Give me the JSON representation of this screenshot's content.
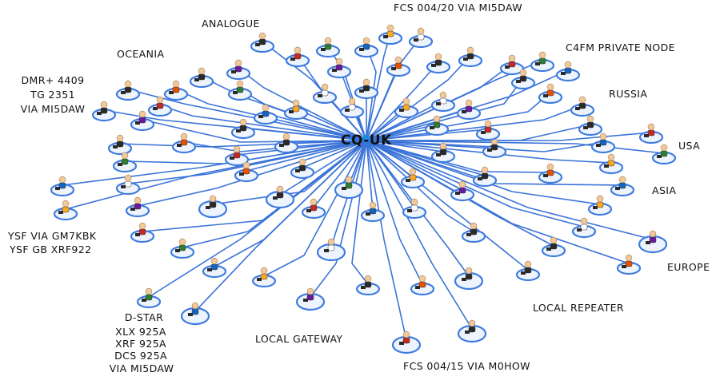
{
  "center_label": "CQ-UK",
  "labels": {
    "analogue": "ANALOGUE",
    "fcs_top": "FCS 004/20 VIA MI5DAW",
    "c4fm": "C4FM PRIVATE NODE",
    "oceania": "OCEANIA",
    "dmr_1": "DMR+ 4409",
    "dmr_2": "TG 2351",
    "dmr_3": "VIA MI5DAW",
    "russia": "RUSSIA",
    "usa": "USA",
    "asia": "ASIA",
    "ysf_1": "YSF VIA GM7KBK",
    "ysf_2": "YSF GB XRF922",
    "europe": "EUROPE",
    "local_repeater": "LOCAL REPEATER",
    "dstar_1": "D-STAR",
    "dstar_2": "XLX 925A",
    "dstar_3": "XRF 925A",
    "dstar_4": "DCS 925A",
    "dstar_5": "VIA MI5DAW",
    "local_gateway": "LOCAL GATEWAY",
    "fcs_bottom": "FCS 004/15 VIA M0HOW"
  },
  "colors": {
    "link": "#3a73d8",
    "node_ring": "#3d7be0",
    "node_fill": "#eef4fd",
    "figure_skin": "#f1c89a",
    "figure_dark": "#2a2a2a"
  },
  "figure_colors": [
    "#2a2a2a",
    "#c62828",
    "#2e7d32",
    "#1565c0",
    "#f9a825",
    "#ffffff",
    "#6a1b9a",
    "#2a2a2a",
    "#e65100",
    "#2a2a2a"
  ]
}
